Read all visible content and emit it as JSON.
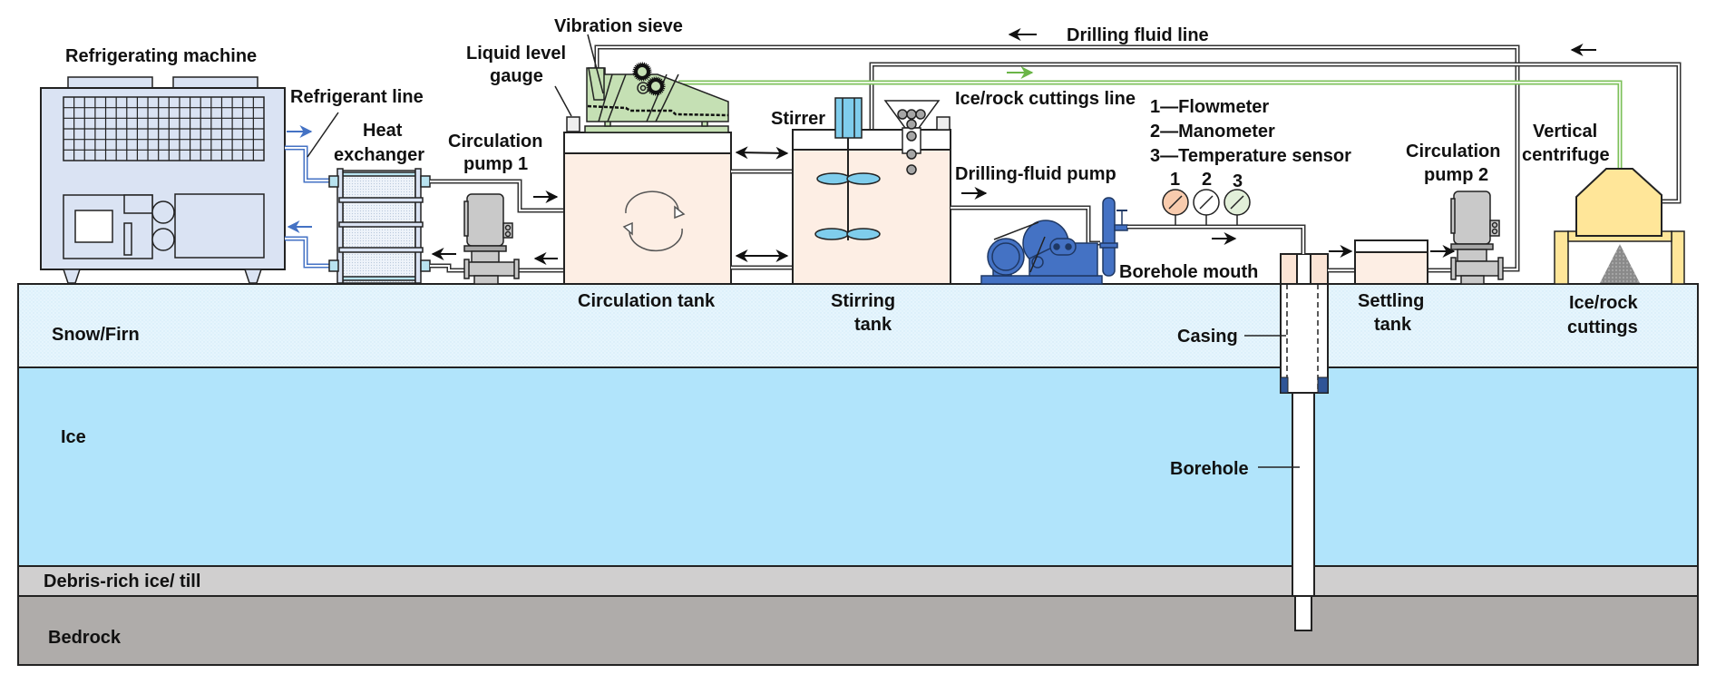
{
  "figure": {
    "title": "Drilling fluid circulation and ice/rock cuttings removal system schematic",
    "colors": {
      "snow_firn": "#e3f4fd",
      "ice": "#b1e4fb",
      "debris": "#d0cfcf",
      "bedrock": "#afacaa",
      "tank_fill": "#fdeee4",
      "machine_fill": "#dae3f3",
      "sieve_fill": "#c5e0b4",
      "centrifuge_fill": "#ffe699",
      "pump_blue": "#4472c4",
      "stirrer_blue": "#7fcdec",
      "refrigerant_line": "#4472c4",
      "cuttings_line": "#7cc05a",
      "casing_shoe": "#2f5597",
      "flowmeter": "#f8cbad",
      "temperature_sensor": "#e2f0d9"
    }
  },
  "layers": [
    {
      "id": "snow-firn",
      "label": "Snow/Firn"
    },
    {
      "id": "ice",
      "label": "Ice"
    },
    {
      "id": "debris",
      "label": "Debris-rich ice/ till"
    },
    {
      "id": "bedrock",
      "label": "Bedrock"
    }
  ],
  "components": {
    "refrigerating_machine": "Refrigerating machine",
    "refrigerant_line": "Refrigerant  line",
    "heat_exchanger": [
      "Heat",
      "exchanger"
    ],
    "circulation_pump_1": [
      "Circulation",
      "pump 1"
    ],
    "liquid_level_gauge": [
      "Liquid level",
      "gauge"
    ],
    "vibration_sieve": "Vibration sieve",
    "circulation_tank": "Circulation tank",
    "stirrer": "Stirrer",
    "stirring_tank": [
      "Stirring",
      "tank"
    ],
    "drilling_fluid_line": "Drilling fluid  line",
    "ice_rock_cuttings_line": "Ice/rock cuttings  line",
    "drilling_fluid_pump": "Drilling-fluid pump",
    "borehole_mouth": "Borehole mouth",
    "casing": "Casing",
    "borehole": "Borehole",
    "settling_tank": [
      "Settling",
      "tank"
    ],
    "circulation_pump_2": [
      "Circulation",
      "pump 2"
    ],
    "vertical_centrifuge": [
      "Vertical",
      "centrifuge"
    ],
    "ice_rock_cuttings": [
      "Ice/rock",
      "cuttings"
    ]
  },
  "legend": [
    {
      "num": "1",
      "text": "1—Flowmeter"
    },
    {
      "num": "2",
      "text": "2—Manometer"
    },
    {
      "num": "3",
      "text": "3—Temperature sensor"
    }
  ],
  "gauges": [
    {
      "num": "1",
      "name": "Flowmeter"
    },
    {
      "num": "2",
      "name": "Manometer"
    },
    {
      "num": "3",
      "name": "Temperature sensor"
    }
  ]
}
